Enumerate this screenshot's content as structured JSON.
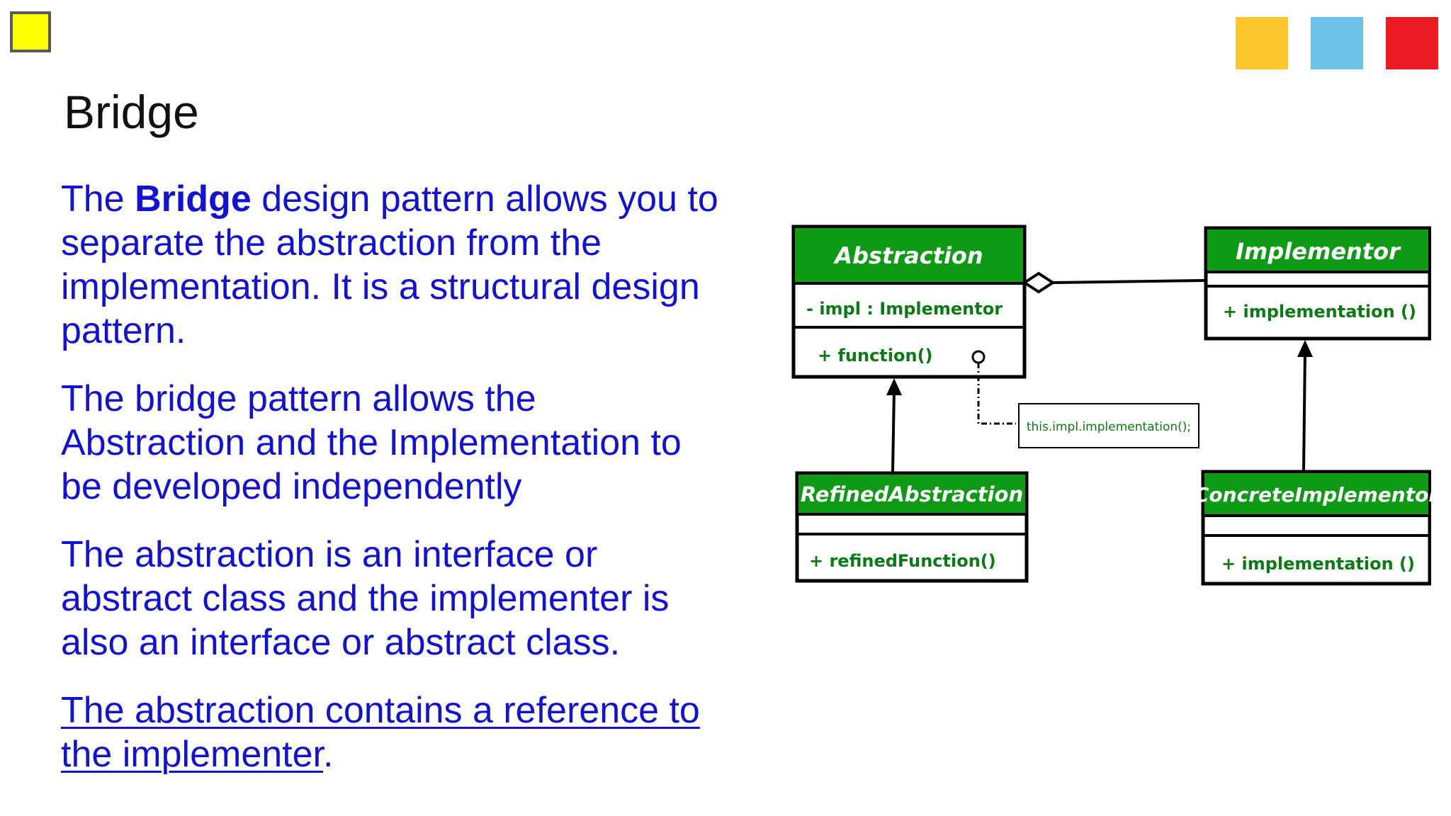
{
  "slide": {
    "title": "Bridge",
    "swatches": [
      "#fcc62c",
      "#6cc2e6",
      "#ec1c24"
    ],
    "corner_box_color": "#ffff00"
  },
  "paragraphs": {
    "p1_part1": "The ",
    "p1_bold": "Bridge",
    "p1_part2": " design pattern allows you to separate the abstraction from the implementation. It is a structural design pattern.",
    "p2": "The bridge pattern allows the Abstraction and the Implementation to be developed independently",
    "p3": "The abstraction is an interface or abstract class and the implementer is also an interface or abstract class.",
    "p4_link": "The abstraction contains a reference to the implementer",
    "p4_end": "."
  },
  "diagram": {
    "abstraction": {
      "name": "Abstraction",
      "attribute": "- impl : Implementor",
      "method": "+ function()"
    },
    "implementor": {
      "name": "Implementor",
      "method": "+ implementation ()"
    },
    "refined": {
      "name": "RefinedAbstraction",
      "method": "+ refinedFunction()"
    },
    "concrete": {
      "name": "ConcreteImplementor",
      "method": "+ implementation ()"
    },
    "note": "this.impl.implementation();",
    "header_color": "#0e9a14"
  }
}
